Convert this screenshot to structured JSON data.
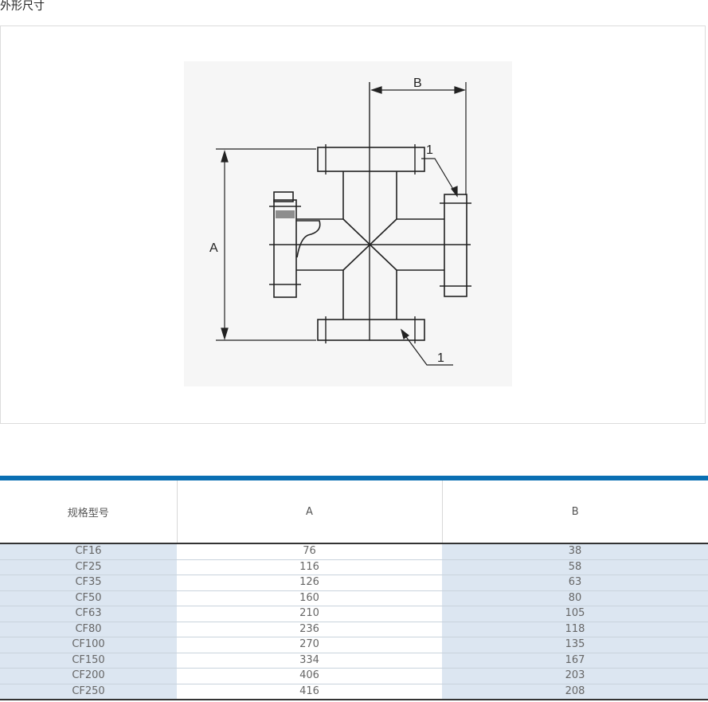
{
  "section": {
    "title": "外形尺寸"
  },
  "drawing": {
    "labels": {
      "dim_a": "A",
      "dim_b": "B",
      "callout_top": "1",
      "callout_bottom": "1"
    }
  },
  "table": {
    "headers": [
      "规格型号",
      "A",
      "B"
    ],
    "rows": [
      [
        "CF16",
        "76",
        "38"
      ],
      [
        "CF25",
        "116",
        "58"
      ],
      [
        "CF35",
        "126",
        "63"
      ],
      [
        "CF50",
        "160",
        "80"
      ],
      [
        "CF63",
        "210",
        "105"
      ],
      [
        "CF80",
        "236",
        "118"
      ],
      [
        "CF100",
        "270",
        "135"
      ],
      [
        "CF150",
        "334",
        "167"
      ],
      [
        "CF200",
        "406",
        "203"
      ],
      [
        "CF250",
        "416",
        "208"
      ]
    ]
  },
  "colors": {
    "accent_bar": "#0a6fb3",
    "row_shade": "#dce6f1"
  }
}
